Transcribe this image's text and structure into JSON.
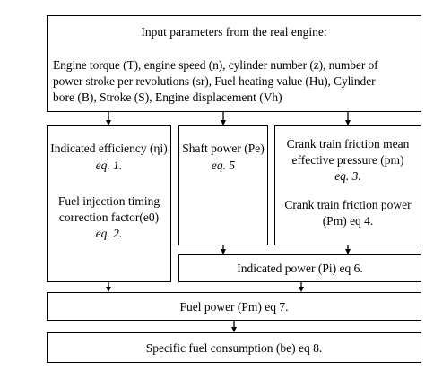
{
  "input": {
    "title": "Input parameters from the real engine:",
    "line1": "Engine torque (T), engine speed (n), cylinder number (z), number of",
    "line2": "power stroke per revolutions (sr),  Fuel heating value (Hu), Cylinder",
    "line3": "bore (B), Stroke (S), Engine displacement (Vh)"
  },
  "indicated_eff": {
    "label": "Indicated efficiency (ηi)",
    "eq": "eq. 1.",
    "timing_l1": "Fuel injection timing",
    "timing_l2": "correction factor(e0)",
    "timing_eq": "eq. 2."
  },
  "shaft": {
    "label": "Shaft power (Pe)",
    "eq": "eq. 5"
  },
  "crank": {
    "l1": "Crank train friction mean",
    "l2": "effective pressure (pm)",
    "eq": "eq. 3.",
    "l3": "Crank train friction power",
    "l4": "(Pm) eq 4."
  },
  "indicated_power": "Indicated power (Pi)  eq 6.",
  "fuel_power": "Fuel power (Pm) eq 7.",
  "sfc": "Specific fuel consumption (be) eq 8."
}
